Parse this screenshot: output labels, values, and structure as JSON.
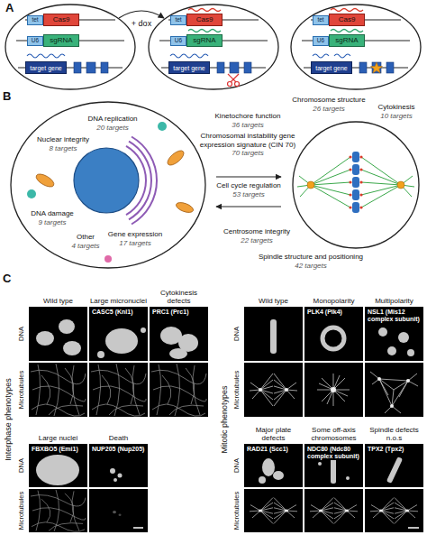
{
  "diagram": {
    "nodes": [
      {
        "text": [
          "tet"
        ]
      },
      {
        "text": [
          "Cas9"
        ]
      },
      {
        "text": [
          "U6"
        ]
      },
      {
        "text": [
          "sgRNA"
        ]
      },
      {
        "text": [
          "target gene"
        ]
      },
      {
        "text": [
          "tet"
        ]
      },
      {
        "text": [
          "Cas9"
        ]
      },
      {
        "text": [
          "U6"
        ]
      },
      {
        "text": [
          "sgRNA"
        ]
      },
      {
        "text": [
          "target gene"
        ]
      },
      {
        "text": [
          "tet"
        ]
      },
      {
        "text": [
          "Cas9"
        ]
      },
      {
        "text": [
          "U6"
        ]
      },
      {
        "text": [
          "sgRNA"
        ]
      },
      {
        "text": [
          "target gene"
        ]
      },
      {
        "text": [
          "Wild type"
        ]
      },
      {
        "text": [
          "Large micronuclei",
          "CASC5 (Knl1)"
        ]
      },
      {
        "text": [
          "Cytokinesis defects",
          "PRC1 (Prc1)"
        ]
      },
      {
        "text": [
          "Large nuclei",
          "FBXBO5 (Emi1)"
        ]
      },
      {
        "text": [
          "Death",
          "NUP205 (Nup205)"
        ]
      },
      {
        "text": [
          "Wild type"
        ]
      },
      {
        "text": [
          "Monopolarity",
          "PLK4 (Plk4)"
        ]
      },
      {
        "text": [
          "Multipolarity",
          "NSL1 (Mis12 complex subunit)"
        ]
      },
      {
        "text": [
          "Major plate defects",
          "RAD21 (Scc1)"
        ]
      },
      {
        "text": [
          "Some off-axis chromosomes",
          "NDC80 (Ndc80 complex subunit)"
        ]
      },
      {
        "text": [
          "Spindle defects n.o.s",
          "TPX2 (Tpx2)"
        ]
      }
    ],
    "labels": [
      "A",
      "+ dox",
      "B",
      "Nuclear integrity",
      "8 targets",
      "DNA replication",
      "20 targets",
      "DNA damage",
      "9 targets",
      "Other",
      "4 targets",
      "Gene expression",
      "17 targets",
      "Cell cycle regulation",
      "53 targets",
      "Chromosomal instability gene expression signature (CIN 70)",
      "70 targets",
      "Kinetochore function",
      "36 targets",
      "Chromosome structure",
      "26 targets",
      "Cytokinesis",
      "10 targets",
      "Centrosome integrity",
      "22 targets",
      "Spindle structure and positioning",
      "42 targets",
      "C",
      "Interphase phenotypes",
      "DNA",
      "Microtubules",
      "DNA",
      "Microtubules",
      "Mitotic phenotypes",
      "DNA",
      "Microtubules",
      "DNA",
      "Microtubules"
    ]
  }
}
